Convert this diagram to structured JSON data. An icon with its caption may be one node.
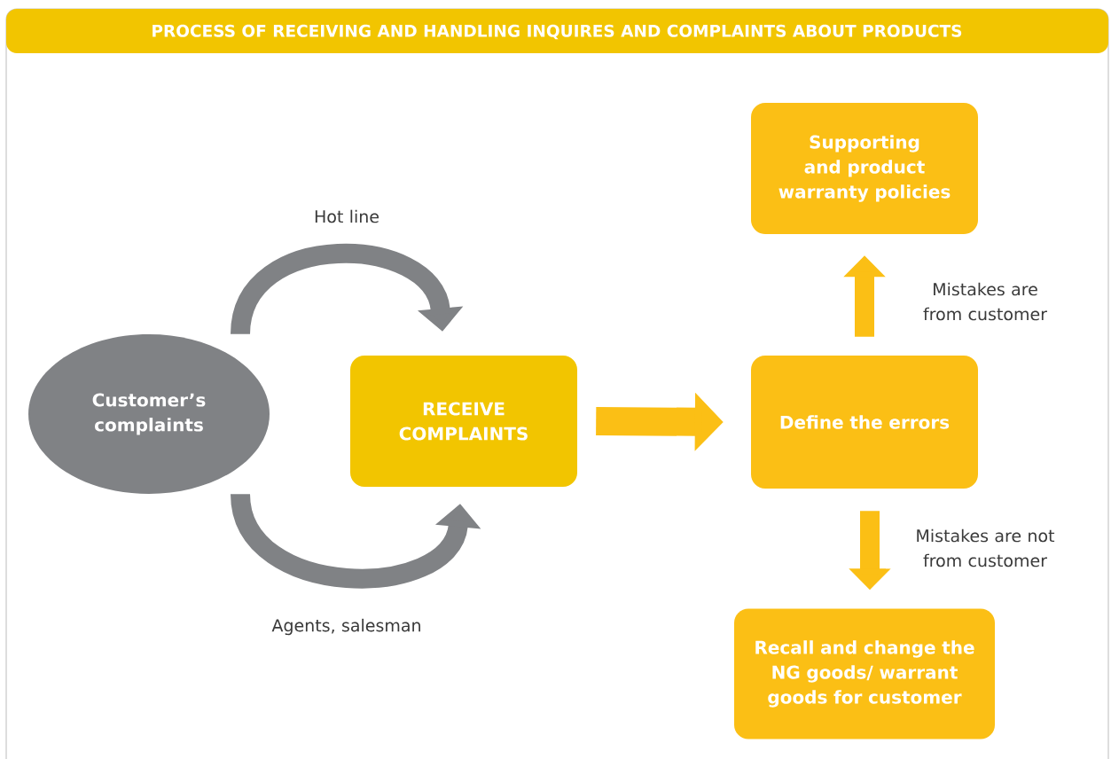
{
  "diagram": {
    "title": "PROCESS OF RECEIVING AND HANDLING INQUIRES AND COMPLAINTS ABOUT PRODUCTS",
    "nodes": [
      {
        "text": [
          "Customer’s complaints"
        ]
      },
      {
        "text": [
          "RECEIVE COMPLAINTS"
        ]
      },
      {
        "text": [
          "Define the errors"
        ]
      },
      {
        "text": [
          "Supporting and product warranty policies"
        ]
      },
      {
        "text": [
          "Recall and change the NG goods/ warrant goods for customer"
        ]
      }
    ],
    "edges": [
      {
        "from": 0,
        "to": 1,
        "arrow": "to",
        "label": "Hot line",
        "color": "#808285"
      },
      {
        "from": 0,
        "to": 1,
        "arrow": "to",
        "label": "Agents, salesman",
        "color": "#808285"
      },
      {
        "from": 1,
        "to": 2,
        "arrow": "to"
      },
      {
        "from": 2,
        "to": 3,
        "arrow": "to",
        "label": "Mistakes are from customer"
      },
      {
        "from": 2,
        "to": 4,
        "arrow": "to",
        "label": "Mistakes are not from customer"
      }
    ]
  }
}
